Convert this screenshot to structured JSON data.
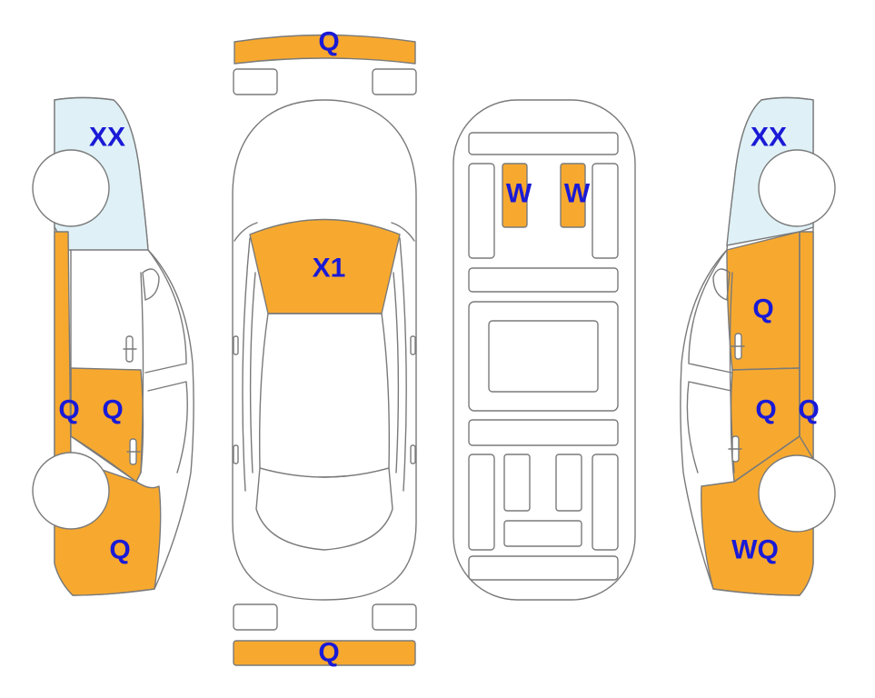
{
  "colors": {
    "damage_fill": "#f7a92f",
    "glass_fill": "#dff1f7",
    "outline": "#7a7a7a",
    "label": "#1a1ad6"
  },
  "codes": {
    "front_bumper": "Q",
    "rear_bumper": "Q",
    "windshield": "X1",
    "rear_seat_left": "W",
    "rear_seat_right": "W",
    "left_rear_quarter_glass": "XX",
    "left_rear_sill": "Q",
    "left_rear_door": "Q",
    "left_front_fender": "Q",
    "right_rear_quarter_glass": "XX",
    "right_rear_door": "Q",
    "right_front_door": "Q",
    "right_front_sill": "Q",
    "right_front_fender": "WQ"
  }
}
